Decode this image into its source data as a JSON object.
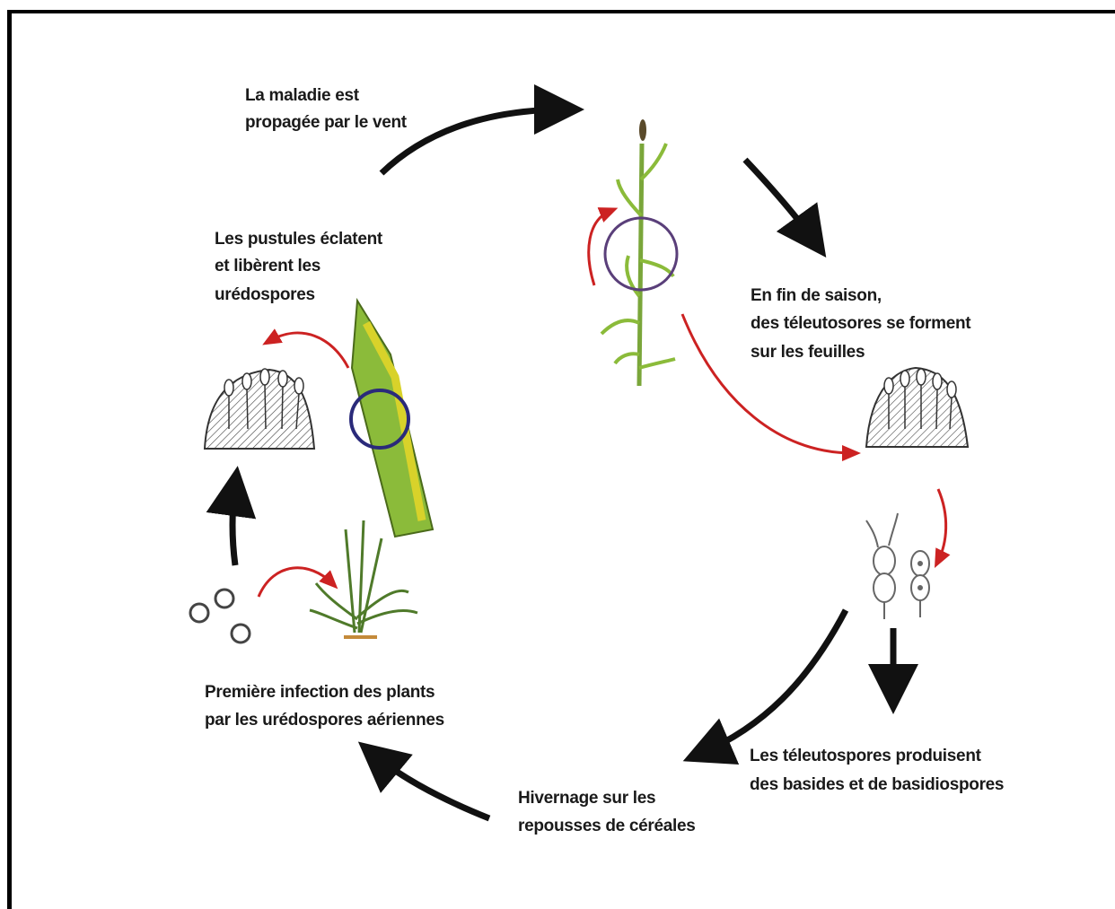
{
  "diagram": {
    "labels": {
      "wind": [
        "La maladie est",
        "propagée par le vent"
      ],
      "pustules": [
        "Les pustules éclatent",
        "et libèrent les",
        "urédospores"
      ],
      "end_season": [
        "En fin de saison,",
        "des téleutosores se forment",
        "sur les feuilles"
      ],
      "first_infection": [
        "Première infection des plants",
        "par les urédospores aériennes"
      ],
      "basides": [
        "Les téleutospores produisent",
        "des basides et de basidiospores"
      ],
      "overwinter": [
        "Hivernage sur les",
        "repousses de céréales"
      ]
    },
    "colors": {
      "arrow_black": "#111111",
      "arrow_red": "#cc2222",
      "leaf_green": "#8bbb3a",
      "leaf_yellow": "#d8d22a",
      "circle_purple": "#5a3f7a",
      "circle_navy": "#2a2a7a"
    }
  }
}
